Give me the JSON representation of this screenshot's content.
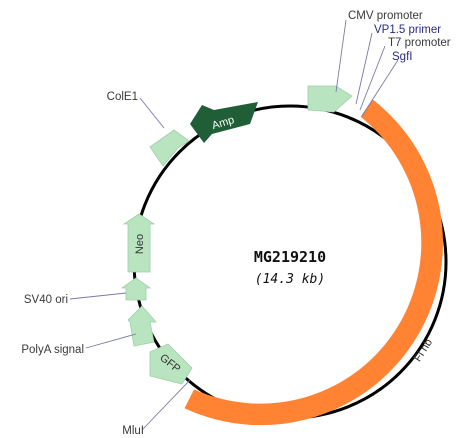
{
  "plasmid": {
    "name": "MG219210",
    "size": "(14.3 kb)"
  },
  "labels": {
    "cmv_promoter": "CMV promoter",
    "vp15_primer": "VP1.5 primer",
    "t7_promoter": "T7 promoter",
    "sgfi": "SgfI",
    "cole1": "ColE1",
    "sv40_ori": "SV40 ori",
    "polya_signal": "PolyA signal",
    "mlui": "MluI"
  },
  "features": {
    "amp": "Amp",
    "neo": "Neo",
    "gfp": "GFP",
    "insert": "Fl nb"
  },
  "colors": {
    "backbone": "#000000",
    "insert": "#ff8333",
    "feature_light": "#b8e4c0",
    "feature_dark": "#1f5e37",
    "leader": "#7a7aa6"
  }
}
